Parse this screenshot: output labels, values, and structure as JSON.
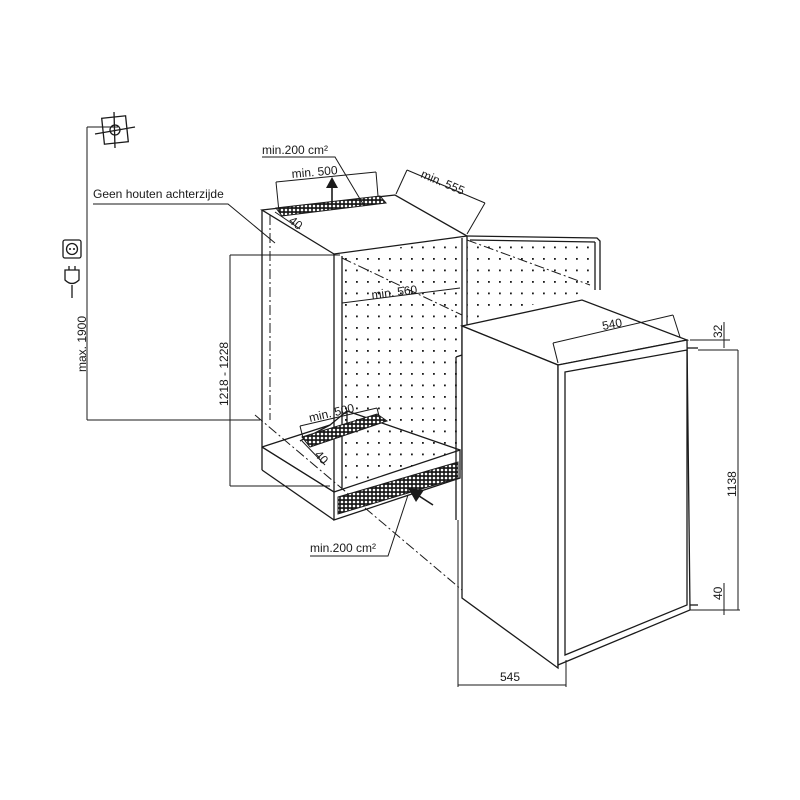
{
  "diagram": {
    "title": "Built-in refrigerator installation dimensions",
    "colors": {
      "line": "#1a1a1a",
      "background": "#ffffff"
    },
    "icons": {
      "ground": "mounting-target-icon",
      "socket": "power-socket-icon",
      "plug": "power-plug-icon"
    },
    "labels": {
      "no_wooden_back": "Geen houten achterzijde",
      "vent_area_top": "min.200 cm²",
      "vent_area_bottom": "min.200 cm²",
      "top_vent_width": "min. 500",
      "top_vent_depth": "40",
      "bottom_vent_width": "min. 500",
      "bottom_vent_depth": "40",
      "niche_depth": "min. 555",
      "niche_width": "min. 560",
      "niche_height": "1218 - 1228",
      "socket_max_height": "max. 1900",
      "appliance_width": "540",
      "appliance_top_offset": "32",
      "appliance_height": "1138",
      "appliance_bottom_offset": "40",
      "appliance_depth": "545"
    }
  }
}
